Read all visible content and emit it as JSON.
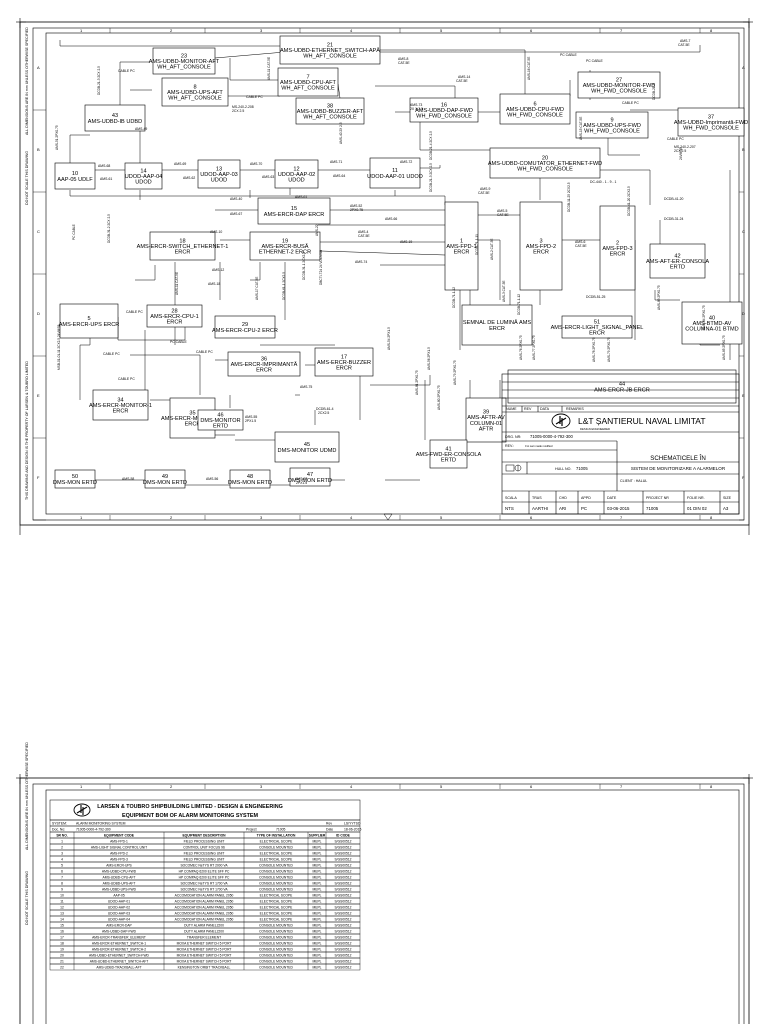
{
  "sheet1": {
    "border_numbers": [
      "1",
      "2",
      "3",
      "4",
      "5",
      "6",
      "7",
      "8"
    ],
    "border_letters": [
      "A",
      "B",
      "C",
      "D",
      "E",
      "F"
    ],
    "side_notes": [
      "ALL DIMENSIONS ARE IN mm UNLESS OTHERWISE SPECIFIED",
      "DO NOT SCALE THIS DRAWING",
      "THIS DRAWING AND DESIGN IS THE PROPERTY OF LARSEN & TOUBRO LIMITED"
    ],
    "blocks": [
      {
        "num": "23",
        "name": "AMS-UDBD-MONITOR-AFT WH_AFT_CONSOLE"
      },
      {
        "num": "21",
        "name": "AMS-UDBD-ETHERNET_SWITCH-APĂ WH_AFT_CONSOLE"
      },
      {
        "num": "7",
        "name": "AMS-UDBD-CPU-AFT WH_AFT_CONSOLE"
      },
      {
        "num": "8",
        "name": "AMS-UDBD-UPS-AFT WH_AFT_CONSOLE"
      },
      {
        "num": "38",
        "name": "AMS-UDBD-BUZZER-AFT WH_AFT_CONSOLE"
      },
      {
        "num": "16",
        "name": "AMS-UDBD-DAP-FWD WH_FWD_CONSOLE"
      },
      {
        "num": "43",
        "name": "AMS-UDBD-IB UDBD"
      },
      {
        "num": "6",
        "name": "AMS-UDBD-CPU-FWD WH_FWD_CONSOLE"
      },
      {
        "num": "27",
        "name": "AMS-UDBD-MONITOR-FWD WH_FWD_CONSOLE"
      },
      {
        "num": "9",
        "name": "AMS-UDBD-UPS-FWD WH_FWD_CONSOLE"
      },
      {
        "num": "37",
        "name": "AMS-UDBD-Imprimantă-FWD WH_FWD_CONSOLE"
      },
      {
        "num": "10",
        "name": "AAP-05 UDLF"
      },
      {
        "num": "14",
        "name": "UDOD-AAP-04 UDOD"
      },
      {
        "num": "13",
        "name": "UDOD-AAP-03 UDOD"
      },
      {
        "num": "12",
        "name": "UDOD-AAP-02 UDOD"
      },
      {
        "num": "11",
        "name": "UDOD-AAP-01 UDOD"
      },
      {
        "num": "20",
        "name": "AMS-UDBD-COMUTATOR_ETHERNET-FWD WH_FWD_CONSOLE"
      },
      {
        "num": "15",
        "name": "AMS-ERCR-DAP ERCR"
      },
      {
        "num": "18",
        "name": "AMS-ERCR-SWITCH_ETHERNET-1 ERCR"
      },
      {
        "num": "19",
        "name": "AMS-ERCR-BUSĂ ETHERNET-2 ERCR"
      },
      {
        "num": "1",
        "name": "AMS-FPD-1 ERCR"
      },
      {
        "num": "3",
        "name": "AMS-FPD-2 ERCR"
      },
      {
        "num": "2",
        "name": "AMS-FPD-3 ERCR"
      },
      {
        "num": "42",
        "name": "AMS-AFT-ER-CONSOLA ERTD"
      },
      {
        "num": "5",
        "name": "AMS-ERCR-UPS ERCR"
      },
      {
        "num": "28",
        "name": "AMS-ERCR-CPU-1 ERCR"
      },
      {
        "num": "29",
        "name": "AMS-ERCR-CPU-2 ERCR"
      },
      {
        "num": "",
        "name": "SEMNAL DE LUMINĂ AMS ERCR"
      },
      {
        "num": "51",
        "name": "AMS-ERCR-LIGHT_SIGNAL_PANEL ERCR"
      },
      {
        "num": "40",
        "name": "AMS-BTMD-AV COLUMNA-01 BTMD"
      },
      {
        "num": "34",
        "name": "AMS-ERCR-MONITOR-1 ERCR"
      },
      {
        "num": "35",
        "name": "AMS-ERCR-MONITOR-2 ERCR"
      },
      {
        "num": "36",
        "name": "AMS-ERCR-IMPRIMANTĂ ERCR"
      },
      {
        "num": "17",
        "name": "AMS-ERCR-BUZZER ERCR"
      },
      {
        "num": "44",
        "name": "AMS-ERCR-JB ERCR"
      },
      {
        "num": "46",
        "name": "DMS-MONITOR ERTD"
      },
      {
        "num": "45",
        "name": "DMS-MONITOR UDMD"
      },
      {
        "num": "39",
        "name": "AMS-AFTR-AV COLUMN-01 AFTR"
      },
      {
        "num": "41",
        "name": "AMS-FWD-ER-CONSOLA ERTD"
      },
      {
        "num": "50",
        "name": "DMS-MON ERTD"
      },
      {
        "num": "49",
        "name": "DMS-MON ERTD"
      },
      {
        "num": "48",
        "name": "DMS-MON ERTD"
      },
      {
        "num": "47",
        "name": "DMS-MON ERTD"
      }
    ],
    "title_block": {
      "revision_headers": [
        "NUME",
        "REV",
        "DATA",
        "REMARKS"
      ],
      "company": "L&T ȘANTIERUL NAVAL LIMITAT",
      "design_note": "DESIGN ENGINEERED",
      "drg_label": "DRG. NR:",
      "drg_no": "71005-0000-4-792-300",
      "rev_label": "REV.:",
      "rev_note": "0 st own made modified",
      "title_lines": [
        "SCHEMATICELE ÎN",
        "SISTEM DE MONITORIZARE A ALARMELOR"
      ],
      "hull_label": "HULL NO.",
      "hull_no": "71005",
      "client": "CLIENT : HALUL",
      "footer_headers": [
        "SCALA",
        "TRAS",
        "CHD",
        "APPD",
        "DATE",
        "PROJECT NR",
        "FOLIE NR.",
        "SIZE"
      ],
      "footer_values": [
        "NTS",
        "AARTHI",
        "ARI",
        "PC",
        "03-06-2015",
        "71005",
        "01 DIN 02",
        "A3"
      ]
    }
  },
  "sheet2": {
    "header_line1": "LARSEN & TOUBRO SHIPBUILDING LIMITED - DESIGN & ENGINEERING",
    "header_line2": "EQUIPMENT BOM OF ALARM MONITORING SYSTEM",
    "meta": [
      [
        "SYSTEM:",
        "ALARM MONITORING SYSTEM",
        "",
        "",
        "Rev",
        "LS/YYTSD"
      ],
      [
        "Doc. No:",
        "71005-0000-4-792-300",
        "Project",
        "71005",
        "Date",
        "18-06-2015"
      ]
    ],
    "columns": [
      "SR NO.",
      "EQUIPMENT CODE",
      "EQUIPMENT DESCRIPTION",
      "TYPE OF INSTALLATION",
      "SUPPLIER",
      "ID CODE"
    ],
    "rows": [
      [
        "1",
        "AMS-FPD-1",
        "FIELD PROCESSING UNIT",
        "ELECTRICAL SCOPE",
        "MEPL",
        "S/GS00512"
      ],
      [
        "2",
        "AMS-LIGHT SIGNAL CONTROL UNIT",
        "CONTROL UNIT FOCUS 96",
        "CONSOLE MOUNTED",
        "MEPL",
        "S/GS00512"
      ],
      [
        "3",
        "AMS-FPD-2",
        "FIELD PROCESSING UNIT",
        "ELECTRICAL SCOPE",
        "MEPL",
        "S/GS00512"
      ],
      [
        "4",
        "AMS-FPD-3",
        "FIELD PROCESSING UNIT",
        "ELECTRICAL SCOPE",
        "MEPL",
        "S/GS00512"
      ],
      [
        "5",
        "AMS-ERCR-UPS",
        "SOCOMEC NeTYS RT 2000 VA",
        "CONSOLE MOUNTED",
        "MEPL",
        "S/GS00512"
      ],
      [
        "6",
        "AMS-UDBD-CPU-FWD",
        "HP COMPAQ 6200 ELITE SFF PC",
        "CONSOLE MOUNTED",
        "MEPL",
        "S/GS00512"
      ],
      [
        "7",
        "AMS-UDBD-CPU-AFT",
        "HP COMPAQ 6200 ELITE SFF PC",
        "CONSOLE MOUNTED",
        "MEPL",
        "S/GS00512"
      ],
      [
        "8",
        "AMS-UDBD-UPS-AFT",
        "SOCOMEC NeTYS RT 1700 VA",
        "CONSOLE MOUNTED",
        "MEPL",
        "S/GS00512"
      ],
      [
        "9",
        "AMS-UDBD-UPS-FWD",
        "SOCOMEC NeTYS RT 1700 VA",
        "CONSOLE MOUNTED",
        "MEPL",
        "S/GS00512"
      ],
      [
        "10",
        "AAP-05",
        "ACCOMODATION ALARM PANEL 2050",
        "ELECTRICAL SCOPE",
        "MEPL",
        "S/GS00512"
      ],
      [
        "11",
        "UDOD-AAP-01",
        "ACCOMODATION ALARM PANEL 2050",
        "ELECTRICAL SCOPE",
        "MEPL",
        "S/GS00512"
      ],
      [
        "12",
        "UDOD-AAP-02",
        "ACCOMODATION ALARM PANEL 2050",
        "ELECTRICAL SCOPE",
        "MEPL",
        "S/GS00512"
      ],
      [
        "13",
        "UDOD-AAP-03",
        "ACCOMODATION ALARM PANEL 2050",
        "ELECTRICAL SCOPE",
        "MEPL",
        "S/GS00512"
      ],
      [
        "14",
        "UDOD-AAP-04",
        "ACCOMODATION ALARM PANEL 2050",
        "ELECTRICAL SCOPE",
        "MEPL",
        "S/GS00512"
      ],
      [
        "15",
        "AMS-ERCR-DAP",
        "DUTY ALARM PANEL2200",
        "CONSOLE MOUNTED",
        "MEPL",
        "S/GS00512"
      ],
      [
        "16",
        "AMS-UDBD-DAP-FWD",
        "DUTY ALARM PANEL2200",
        "CONSOLE MOUNTED",
        "MEPL",
        "S/GS00512"
      ],
      [
        "17",
        "AMS-ERCR-TRANSFER_ELEMENT",
        "TRANSFER ELEMENT",
        "CONSOLE MOUNTED",
        "MEPL",
        "S/GS00512"
      ],
      [
        "18",
        "AMS-ERCR-ETHERNET_SWITCH-1",
        "MOXA ETHERNET SWITCH 5 PORT",
        "CONSOLE MOUNTED",
        "MEPL",
        "S/GS00512"
      ],
      [
        "19",
        "AMS-ERCR-ETHERNET_SWITCH-2",
        "MOXA ETHERNET SWITCH 5 PORT",
        "CONSOLE MOUNTED",
        "MEPL",
        "S/GS00512"
      ],
      [
        "20",
        "AMS-UDBD-ETHERNET_SWITCH-FWD",
        "MOXA ETHERNET SWITCH 5 PORT",
        "CONSOLE MOUNTED",
        "MEPL",
        "S/GS00512"
      ],
      [
        "21",
        "AMS-UDBD-ETHERNET_SWITCH-AFT",
        "MOXA ETHERNET SWITCH 5 PORT",
        "CONSOLE MOUNTED",
        "MEPL",
        "S/GS00512"
      ],
      [
        "22",
        "AMS-UDBD-TRACKBALL-AFT",
        "KENSINGTON ORBIT TRACKBALL",
        "CONSOLE MOUNTED",
        "MEPL",
        "S/GS00512"
      ]
    ]
  }
}
